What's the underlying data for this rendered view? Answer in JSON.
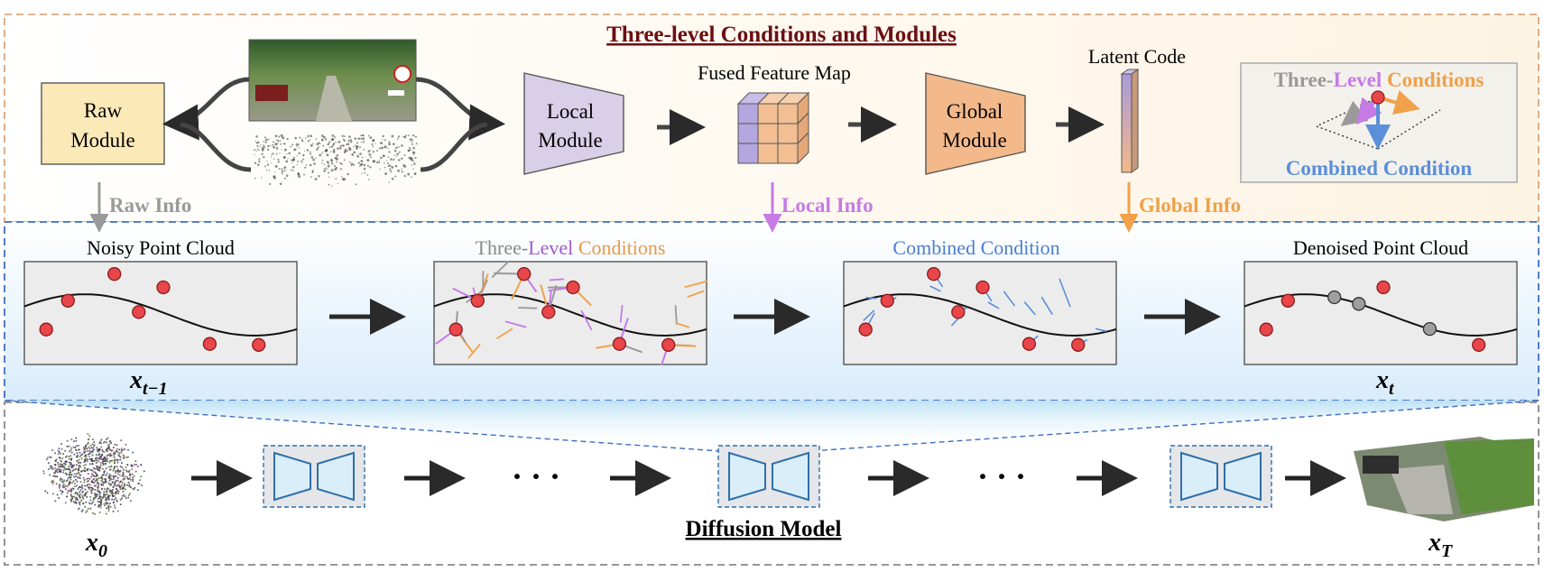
{
  "title": "Three-level Conditions and Modules",
  "bottom_title": "Diffusion Model",
  "modules": {
    "raw": [
      "Raw",
      "Module"
    ],
    "local": [
      "Local",
      "Module"
    ],
    "global": [
      "Global",
      "Module"
    ]
  },
  "labels": {
    "fused": "Fused Feature Map",
    "latent": "Latent Code",
    "raw_info": "Raw Info",
    "local_info": "Local Info",
    "global_info": "Global Info",
    "noisy": "Noisy Point Cloud",
    "combined": "Combined Condition",
    "denoised": "Denoised Point Cloud",
    "ellipsis": "· · ·"
  },
  "three_level": {
    "a": "Three-",
    "b": "Level",
    "c": " Conditions"
  },
  "legend": {
    "a": "Three-",
    "b": "Level",
    "c": " Conditions",
    "combined": "Combined Condition"
  },
  "math": {
    "xt1_base": "x",
    "xt1_sub": "t−1",
    "xt_base": "x",
    "xt_sub": "t",
    "x0_base": "x",
    "x0_sub": "0",
    "xT_base": "x",
    "xT_sub": "T"
  },
  "colors": {
    "title": "#6b0f12",
    "gray": "#9a9a9a",
    "purple": "#c77ae6",
    "orange": "#f0a14a",
    "blue": "#5b8fd9",
    "point_red": "#e8464a",
    "point_gray": "#9e9e9e",
    "raw_fill": "#fbe9b8",
    "local_fill": "#d9cfe8",
    "global_fill": "#f4b98a",
    "unet_fill": "#d9eef8",
    "unet_stroke": "#2f6fa8"
  }
}
